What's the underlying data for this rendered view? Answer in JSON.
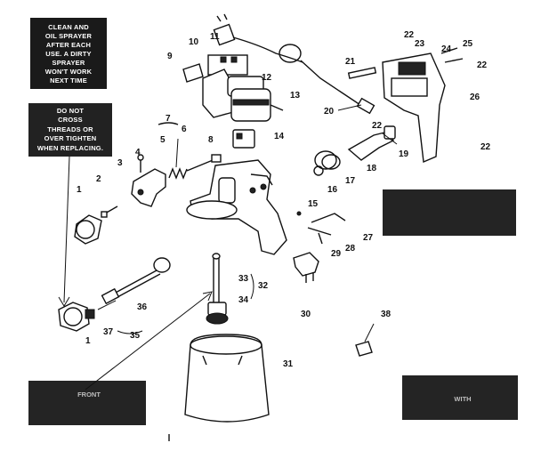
{
  "notes": {
    "note1": [
      "CLEAN AND",
      "OIL SPRAYER",
      "AFTER EACH",
      "USE. A DIRTY",
      "SPRAYER",
      "WON'T WORK",
      "NEXT TIME"
    ],
    "note2": [
      "DO NOT",
      "CROSS",
      "THREADS OR",
      "OVER TIGHTEN",
      "WHEN REPLACING."
    ],
    "note3": [
      "FRONT"
    ],
    "note4": [
      "WITH"
    ]
  },
  "callouts": [
    "1",
    "2",
    "3",
    "4",
    "5",
    "6",
    "7",
    "8",
    "9",
    "10",
    "11",
    "12",
    "13",
    "14",
    "15",
    "16",
    "17",
    "18",
    "19",
    "20",
    "21",
    "22",
    "22",
    "22",
    "22",
    "23",
    "24",
    "25",
    "26",
    "27",
    "28",
    "29",
    "30",
    "31",
    "32",
    "33",
    "34",
    "35",
    "36",
    "37",
    "38",
    "1"
  ]
}
